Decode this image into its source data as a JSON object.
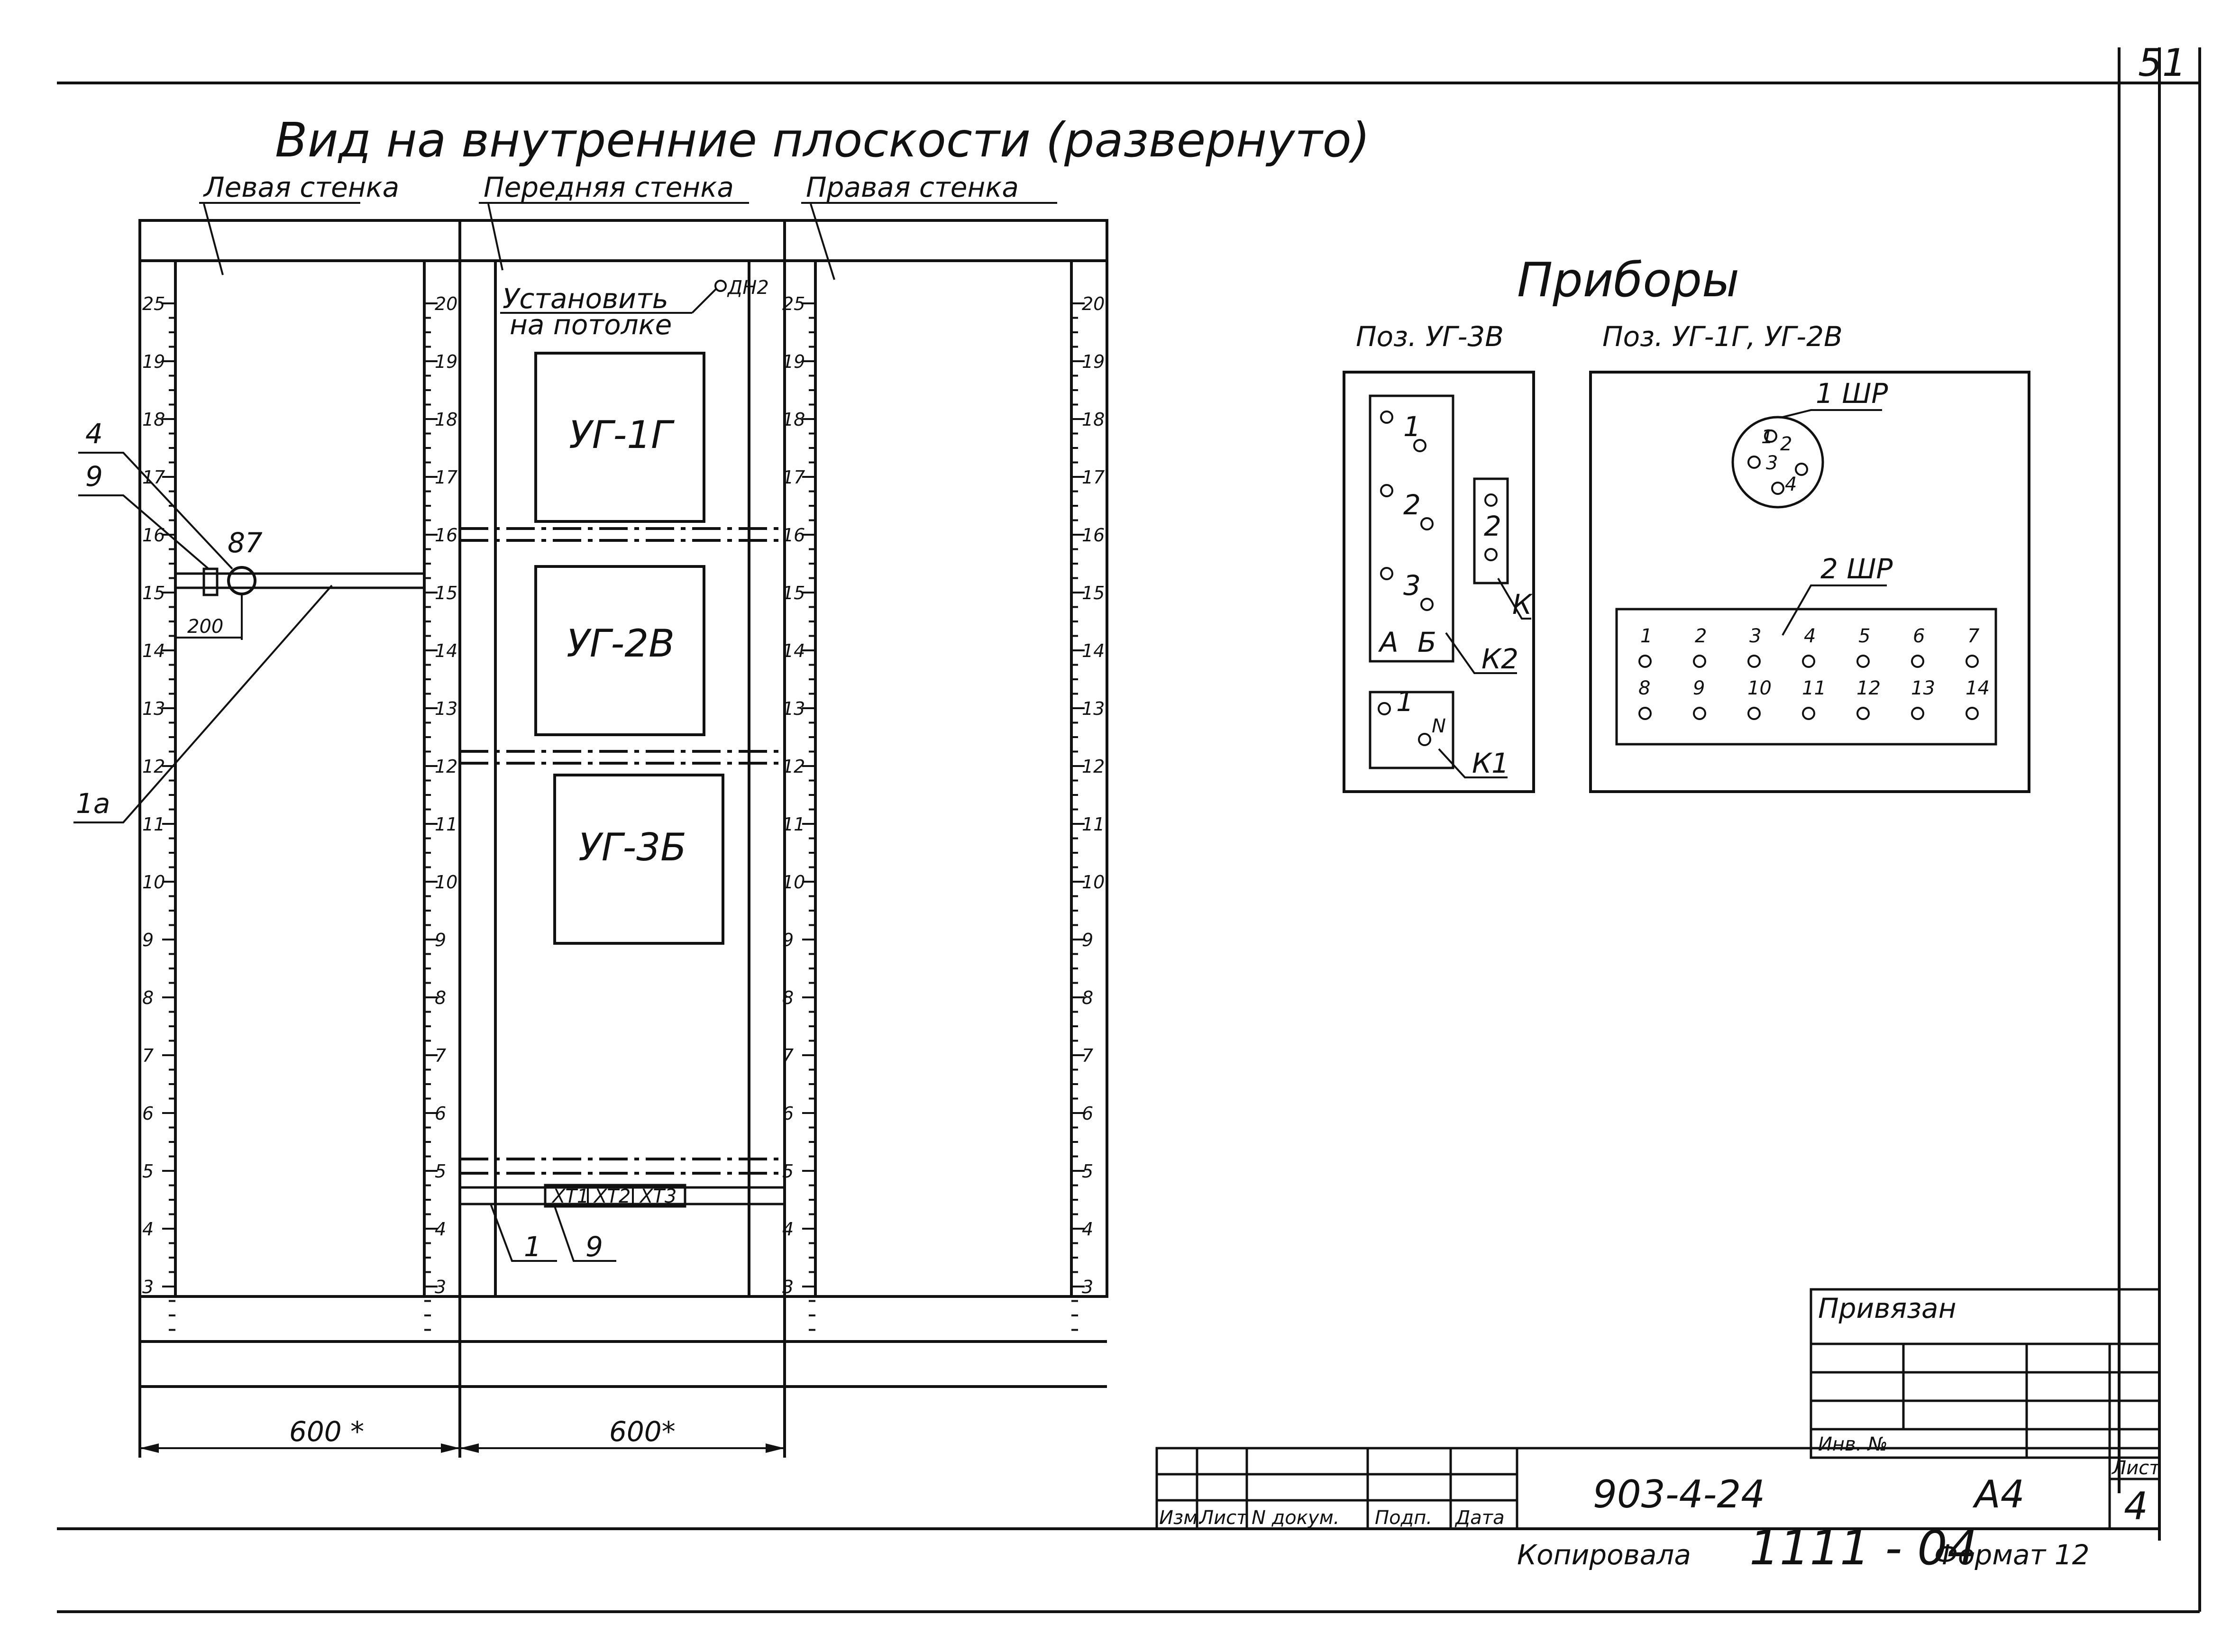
{
  "page_number": "51",
  "main_title": "Вид на внутренние плоскости (развернуто)",
  "walls": {
    "left": "Левая стенка",
    "front": "Передняя стенка",
    "right": "Правая стенка"
  },
  "front_note_line1": "Установить",
  "front_note_line2": "на потолке",
  "front_note_ref": "ДН2",
  "devices": {
    "ug1": "УГ-1Г",
    "ug2": "УГ-2В",
    "ug3": "УГ-3Б"
  },
  "scale_left": [
    "25",
    "19",
    "18",
    "17",
    "16",
    "15",
    "14",
    "13",
    "12",
    "11",
    "10",
    "9",
    "8",
    "7",
    "6",
    "5",
    "4",
    "3"
  ],
  "scale_mid_a": [
    "20",
    "19",
    "18",
    "17",
    "16",
    "15",
    "14",
    "13",
    "12",
    "11",
    "10",
    "9",
    "8",
    "7",
    "6",
    "5",
    "4",
    "3"
  ],
  "scale_mid_b": [
    "25",
    "19",
    "18",
    "17",
    "16",
    "15",
    "14",
    "13",
    "12",
    "11",
    "10",
    "9",
    "8",
    "7",
    "6",
    "5",
    "4",
    "3"
  ],
  "scale_right": [
    "20",
    "19",
    "18",
    "17",
    "16",
    "15",
    "14",
    "13",
    "12",
    "11",
    "10",
    "9",
    "8",
    "7",
    "6",
    "5",
    "4",
    "3"
  ],
  "callouts": {
    "c4": "4",
    "c9": "9",
    "c1a": "1а",
    "c87": "87",
    "dim200": "200",
    "c1": "1",
    "c9b": "9"
  },
  "terminal_labels": [
    "XT1",
    "XT2",
    "XT3"
  ],
  "bottom_dims": [
    "600 *",
    "600*"
  ],
  "instruments": {
    "title": "Приборы",
    "pos_a": "Поз. УГ-3В",
    "pos_b": "Поз. УГ-1Г, УГ-2В",
    "k2_nums": [
      "1",
      "2",
      "3"
    ],
    "k2_ab": [
      "А",
      "Б"
    ],
    "k2_label": "К2",
    "k_nums": [
      "2"
    ],
    "k_label": "К",
    "k1_nums": [
      "1",
      "N"
    ],
    "k1_label": "К1",
    "sh1_label": "1 ШР",
    "sh1_pins": [
      "1",
      "2",
      "3",
      "4"
    ],
    "sh2_label": "2 ШР",
    "sh2_top": [
      "1",
      "2",
      "3",
      "4",
      "5",
      "6",
      "7"
    ],
    "sh2_bottom": [
      "8",
      "9",
      "10",
      "11",
      "12",
      "13",
      "14"
    ]
  },
  "stamp": {
    "privyazan": "Привязан",
    "inv": "Инв. №",
    "doc_code": "903-4-24",
    "sheet_code": "А4",
    "list_label": "Лист",
    "list_num": "4",
    "col_izm": "Изм.",
    "col_list": "Лист",
    "col_ndok": "N докум.",
    "col_podp": "Подп.",
    "col_data": "Дата",
    "copied": "Копировала",
    "order_num": "1111 - 04",
    "format": "Формат 12"
  }
}
